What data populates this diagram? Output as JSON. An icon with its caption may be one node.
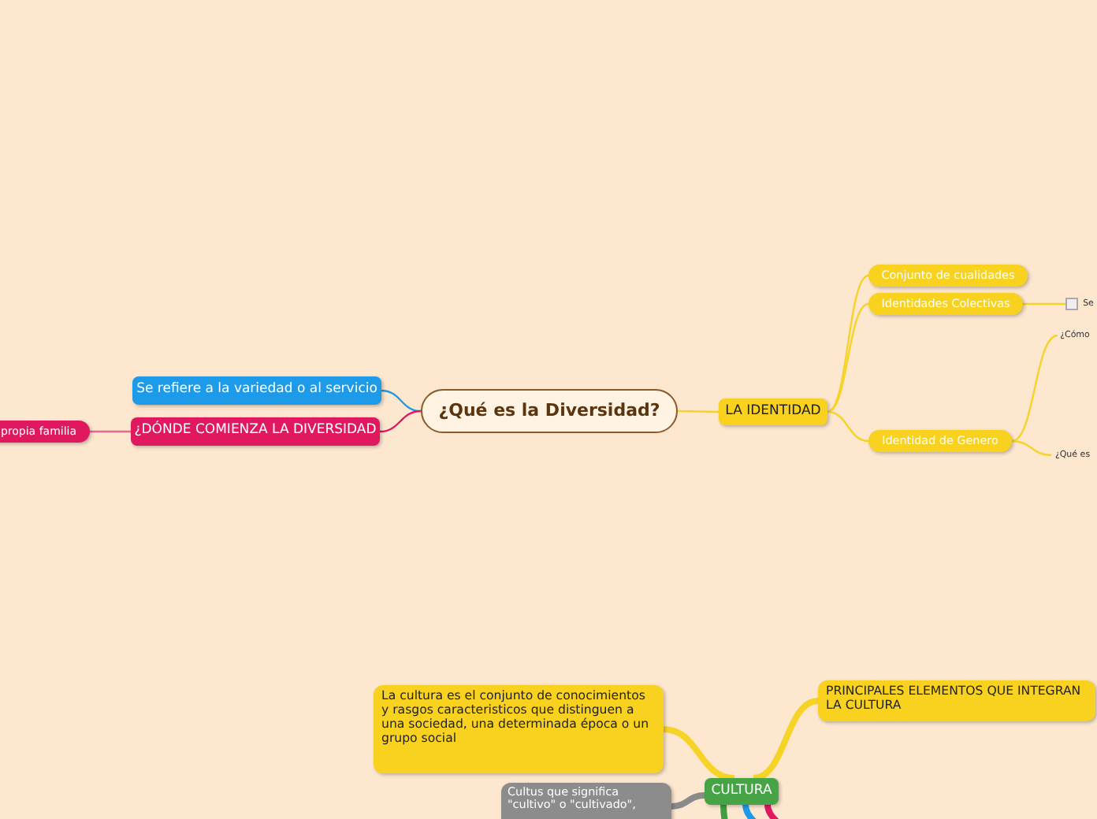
{
  "diagram": {
    "nodes": [
      {
        "text": [
          "¿Qué es la Diversidad?"
        ]
      },
      {
        "text": [
          "Se refiere a la variedad o al servicio"
        ]
      },
      {
        "text": [
          "¿DÓNDE COMIENZA LA DIVERSIDAD"
        ]
      },
      {
        "text": [
          "propia familia"
        ]
      },
      {
        "text": [
          "LA IDENTIDAD"
        ]
      },
      {
        "text": [
          "Conjunto de cualidades"
        ]
      },
      {
        "text": [
          "Identidades Colectivas"
        ]
      },
      {
        "text": [
          "Identidad de Genero"
        ]
      },
      {
        "text": [
          "Se"
        ]
      },
      {
        "text": [
          "¿Cómo"
        ]
      },
      {
        "text": [
          "¿Qué es"
        ]
      },
      {
        "text": [
          "CULTURA"
        ]
      },
      {
        "text": [
          "La cultura es el conjunto de conocimientos y rasgos caracteristicos que distinguen a una sociedad, una determinada época o un grupo social"
        ]
      },
      {
        "text": [
          "PRINCIPALES ELEMENTOS QUE INTEGRAN LA CULTURA"
        ]
      },
      {
        "text": [
          "Cultus que significa \"cultivo\" o \"cultivado\","
        ]
      }
    ],
    "edges": [
      {
        "from": 0,
        "to": 1,
        "arrow": "none",
        "color": "#1e9be8"
      },
      {
        "from": 0,
        "to": 2,
        "arrow": "none",
        "color": "#e0185f"
      },
      {
        "from": 2,
        "to": 3,
        "arrow": "none",
        "color": "#e86a8e"
      },
      {
        "from": 0,
        "to": 4,
        "arrow": "none"
      },
      {
        "from": 4,
        "to": 5,
        "arrow": "none"
      },
      {
        "from": 4,
        "to": 6,
        "arrow": "none"
      },
      {
        "from": 4,
        "to": 7,
        "arrow": "none"
      },
      {
        "from": 6,
        "to": 8,
        "arrow": "none"
      },
      {
        "from": 7,
        "to": 9,
        "arrow": "none"
      },
      {
        "from": 7,
        "to": 10,
        "arrow": "none"
      },
      {
        "from": 11,
        "to": 12,
        "arrow": "none",
        "style": "thick"
      },
      {
        "from": 11,
        "to": 13,
        "arrow": "none",
        "style": "thick"
      },
      {
        "from": 11,
        "to": 14,
        "arrow": "none",
        "color": "#8a8a8a",
        "style": "thick"
      },
      {
        "from": 11,
        "to": null,
        "arrow": "none",
        "color": "#3f9e3f",
        "style": "thick"
      },
      {
        "from": 11,
        "to": null,
        "arrow": "none",
        "color": "#1e9be8",
        "style": "thick"
      },
      {
        "from": 11,
        "to": null,
        "arrow": "none",
        "color": "#e0185f",
        "style": "thick"
      }
    ]
  }
}
